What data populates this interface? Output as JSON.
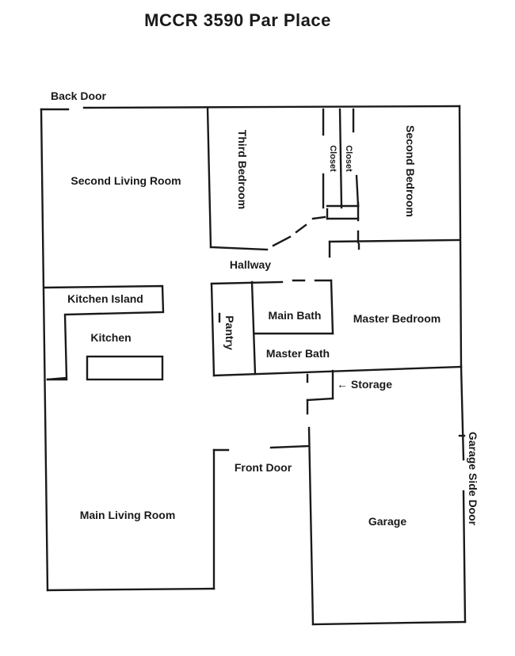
{
  "title": "MCCR 3590 Par Place",
  "labels": {
    "back_door": "Back Door",
    "second_living_room": "Second Living Room",
    "third_bedroom": "Third Bedroom",
    "closet_left": "Closet",
    "closet_right": "Closet",
    "second_bedroom": "Second Bedroom",
    "hallway": "Hallway",
    "kitchen_island": "Kitchen Island",
    "kitchen": "Kitchen",
    "pantry": "Pantry",
    "main_bath": "Main Bath",
    "master_bath": "Master Bath",
    "master_bedroom": "Master Bedroom",
    "storage": "← Storage",
    "front_door": "Front Door",
    "main_living_room": "Main Living Room",
    "garage": "Garage",
    "garage_side_door": "Garage Side Door"
  }
}
